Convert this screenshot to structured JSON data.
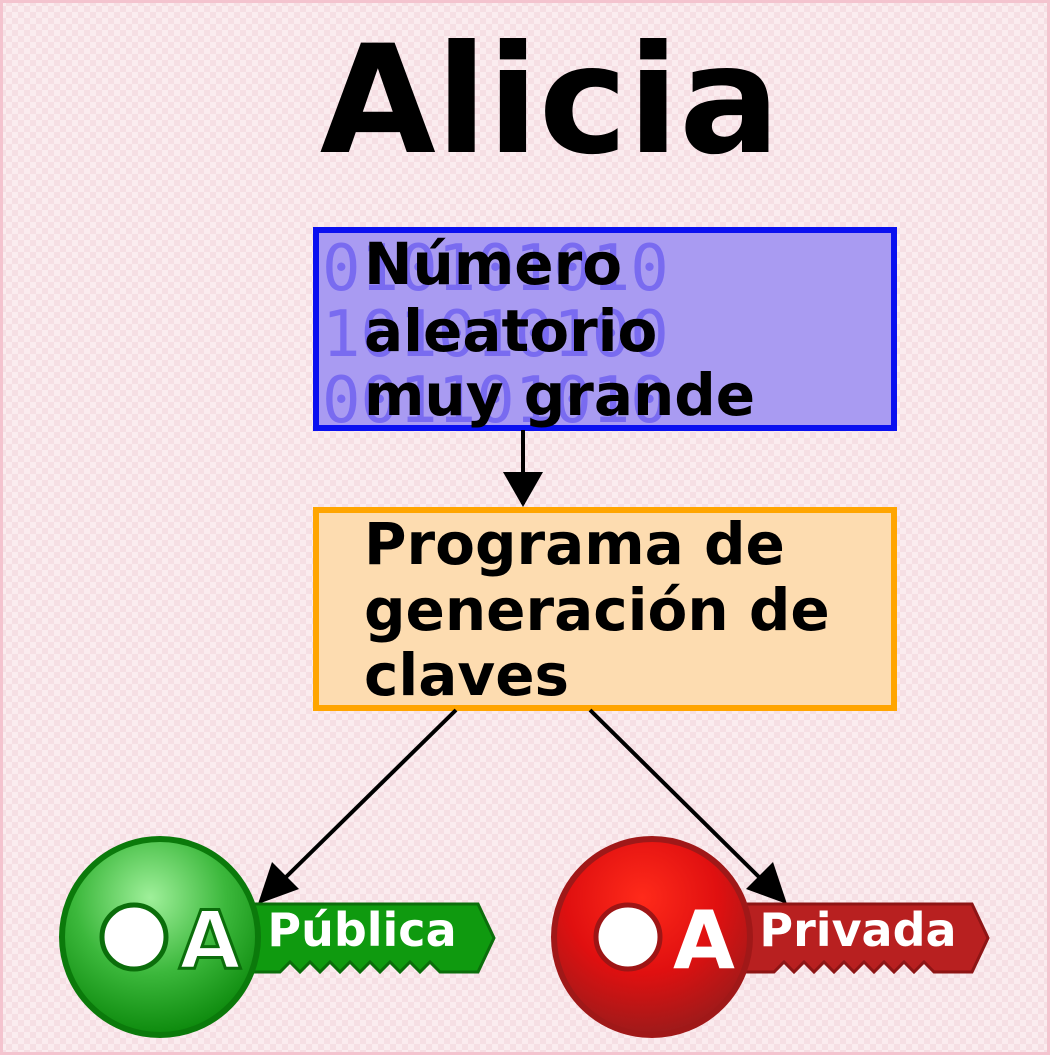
{
  "title": "Alicia",
  "random_box": {
    "lines": [
      "Número",
      "aleatorio",
      "muy grande"
    ],
    "binary_rows": [
      "010101010",
      "101010100",
      "001101010"
    ],
    "fill_color": "#a99bf2",
    "border_color": "#0a10f0"
  },
  "program_box": {
    "lines": [
      "Programa de",
      "generación de",
      "claves"
    ],
    "fill_color": "#fddcb0",
    "border_color": "#ffa500"
  },
  "public_key": {
    "letter": "A",
    "label": "Pública",
    "color": "#0f9a0f",
    "icon": "key-icon"
  },
  "private_key": {
    "letter": "A",
    "label": "Privada",
    "color": "#c01818",
    "icon": "key-icon"
  }
}
